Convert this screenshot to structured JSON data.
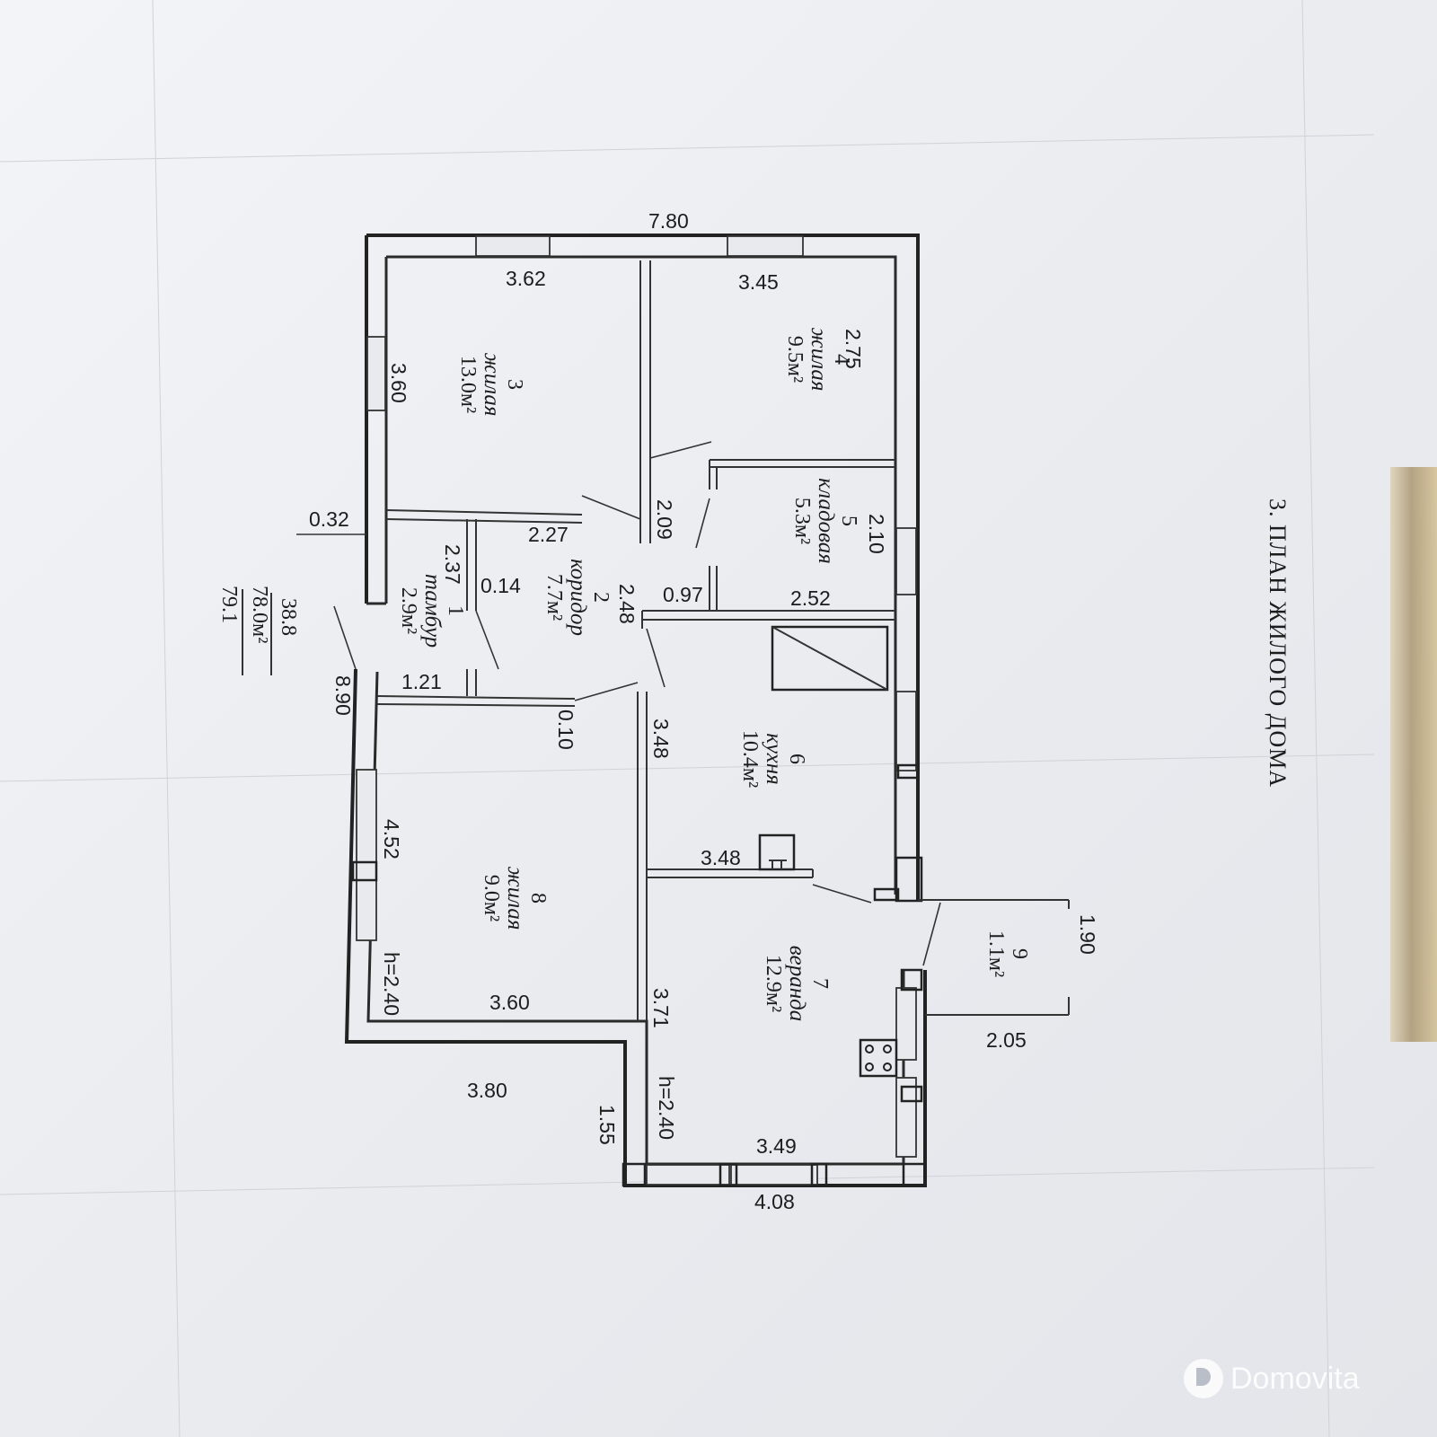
{
  "title": "3. ПЛАН ЖИЛОГО ДОМА",
  "rooms": {
    "r1": {
      "num": "1",
      "name": "тамбур",
      "area": "2.9м²"
    },
    "r2": {
      "num": "2",
      "name": "коридор",
      "area": "7.7м²"
    },
    "r3": {
      "num": "3",
      "name": "жилая",
      "area": "13.0м²"
    },
    "r4": {
      "num": "4",
      "name": "жилая",
      "area": "9.5м²"
    },
    "r5": {
      "num": "5",
      "name": "кладовая",
      "area": "5.3м²"
    },
    "r6": {
      "num": "6",
      "name": "кухня",
      "area": "10.4м²"
    },
    "r7": {
      "num": "7",
      "name": "веранда",
      "area": "12.9м²"
    },
    "r8": {
      "num": "8",
      "name": "жилая",
      "area": "9.0м²"
    },
    "r9": {
      "num": "9",
      "area": "1.1м²"
    }
  },
  "dimensions": {
    "d780": "7.80",
    "d362": "3.62",
    "d345": "3.45",
    "d275": "2.75",
    "d360_left": "3.60",
    "d209": "2.09",
    "d210": "2.10",
    "d032": "0.32",
    "d227": "2.27",
    "d237": "2.37",
    "d014": "0.14",
    "d097": "0.97",
    "d248": "2.48",
    "d252": "2.52",
    "d121": "1.21",
    "d010": "0.10",
    "d890": "8.90",
    "d348_a": "3.48",
    "d348_b": "3.48",
    "d452": "4.52",
    "d240_a": "h=2.40",
    "d360_b": "3.60",
    "d380": "3.80",
    "d155": "1.55",
    "d371": "3.71",
    "d240_b": "h=2.40",
    "d349": "3.49",
    "d408": "4.08",
    "d190": "1.90",
    "d205": "2.05"
  },
  "totals": {
    "living": "38.8",
    "total": "78.0м²",
    "overall": "79.1"
  },
  "watermark": {
    "text": "Domovita"
  }
}
